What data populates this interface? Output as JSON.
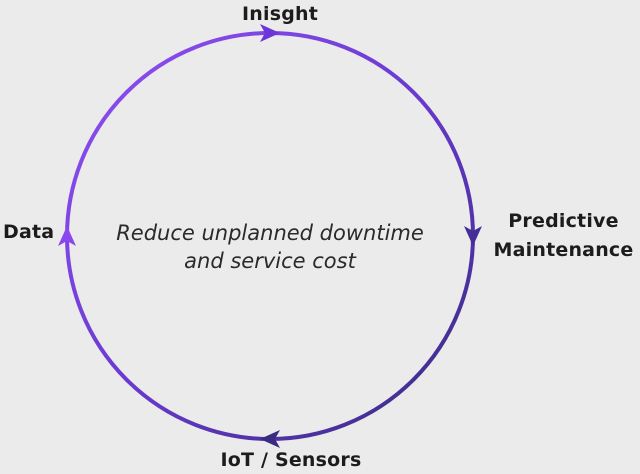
{
  "background_color": "#ebebeb",
  "diagram": {
    "type": "cycle",
    "direction": "clockwise",
    "center_text": {
      "line1": "Reduce unplanned downtime",
      "line2": "and service cost"
    },
    "nodes": {
      "top": "Inisght",
      "right_line1": "Predictive",
      "right_line2": "Maintenance",
      "bottom": "IoT / Sensors",
      "left": "Data"
    },
    "colors": {
      "arc_gradient_start": "#9350f5",
      "arc_gradient_mid": "#6a3ad0",
      "arc_gradient_end": "#372a7e",
      "arrow_top": "#6b35d8",
      "arrow_right": "#452d96",
      "arrow_bottom": "#3a2b82",
      "arrow_left": "#8a46f0",
      "label_text": "#1c1c1c",
      "center_text": "#2a2a2a",
      "background": "#ebebeb"
    }
  }
}
